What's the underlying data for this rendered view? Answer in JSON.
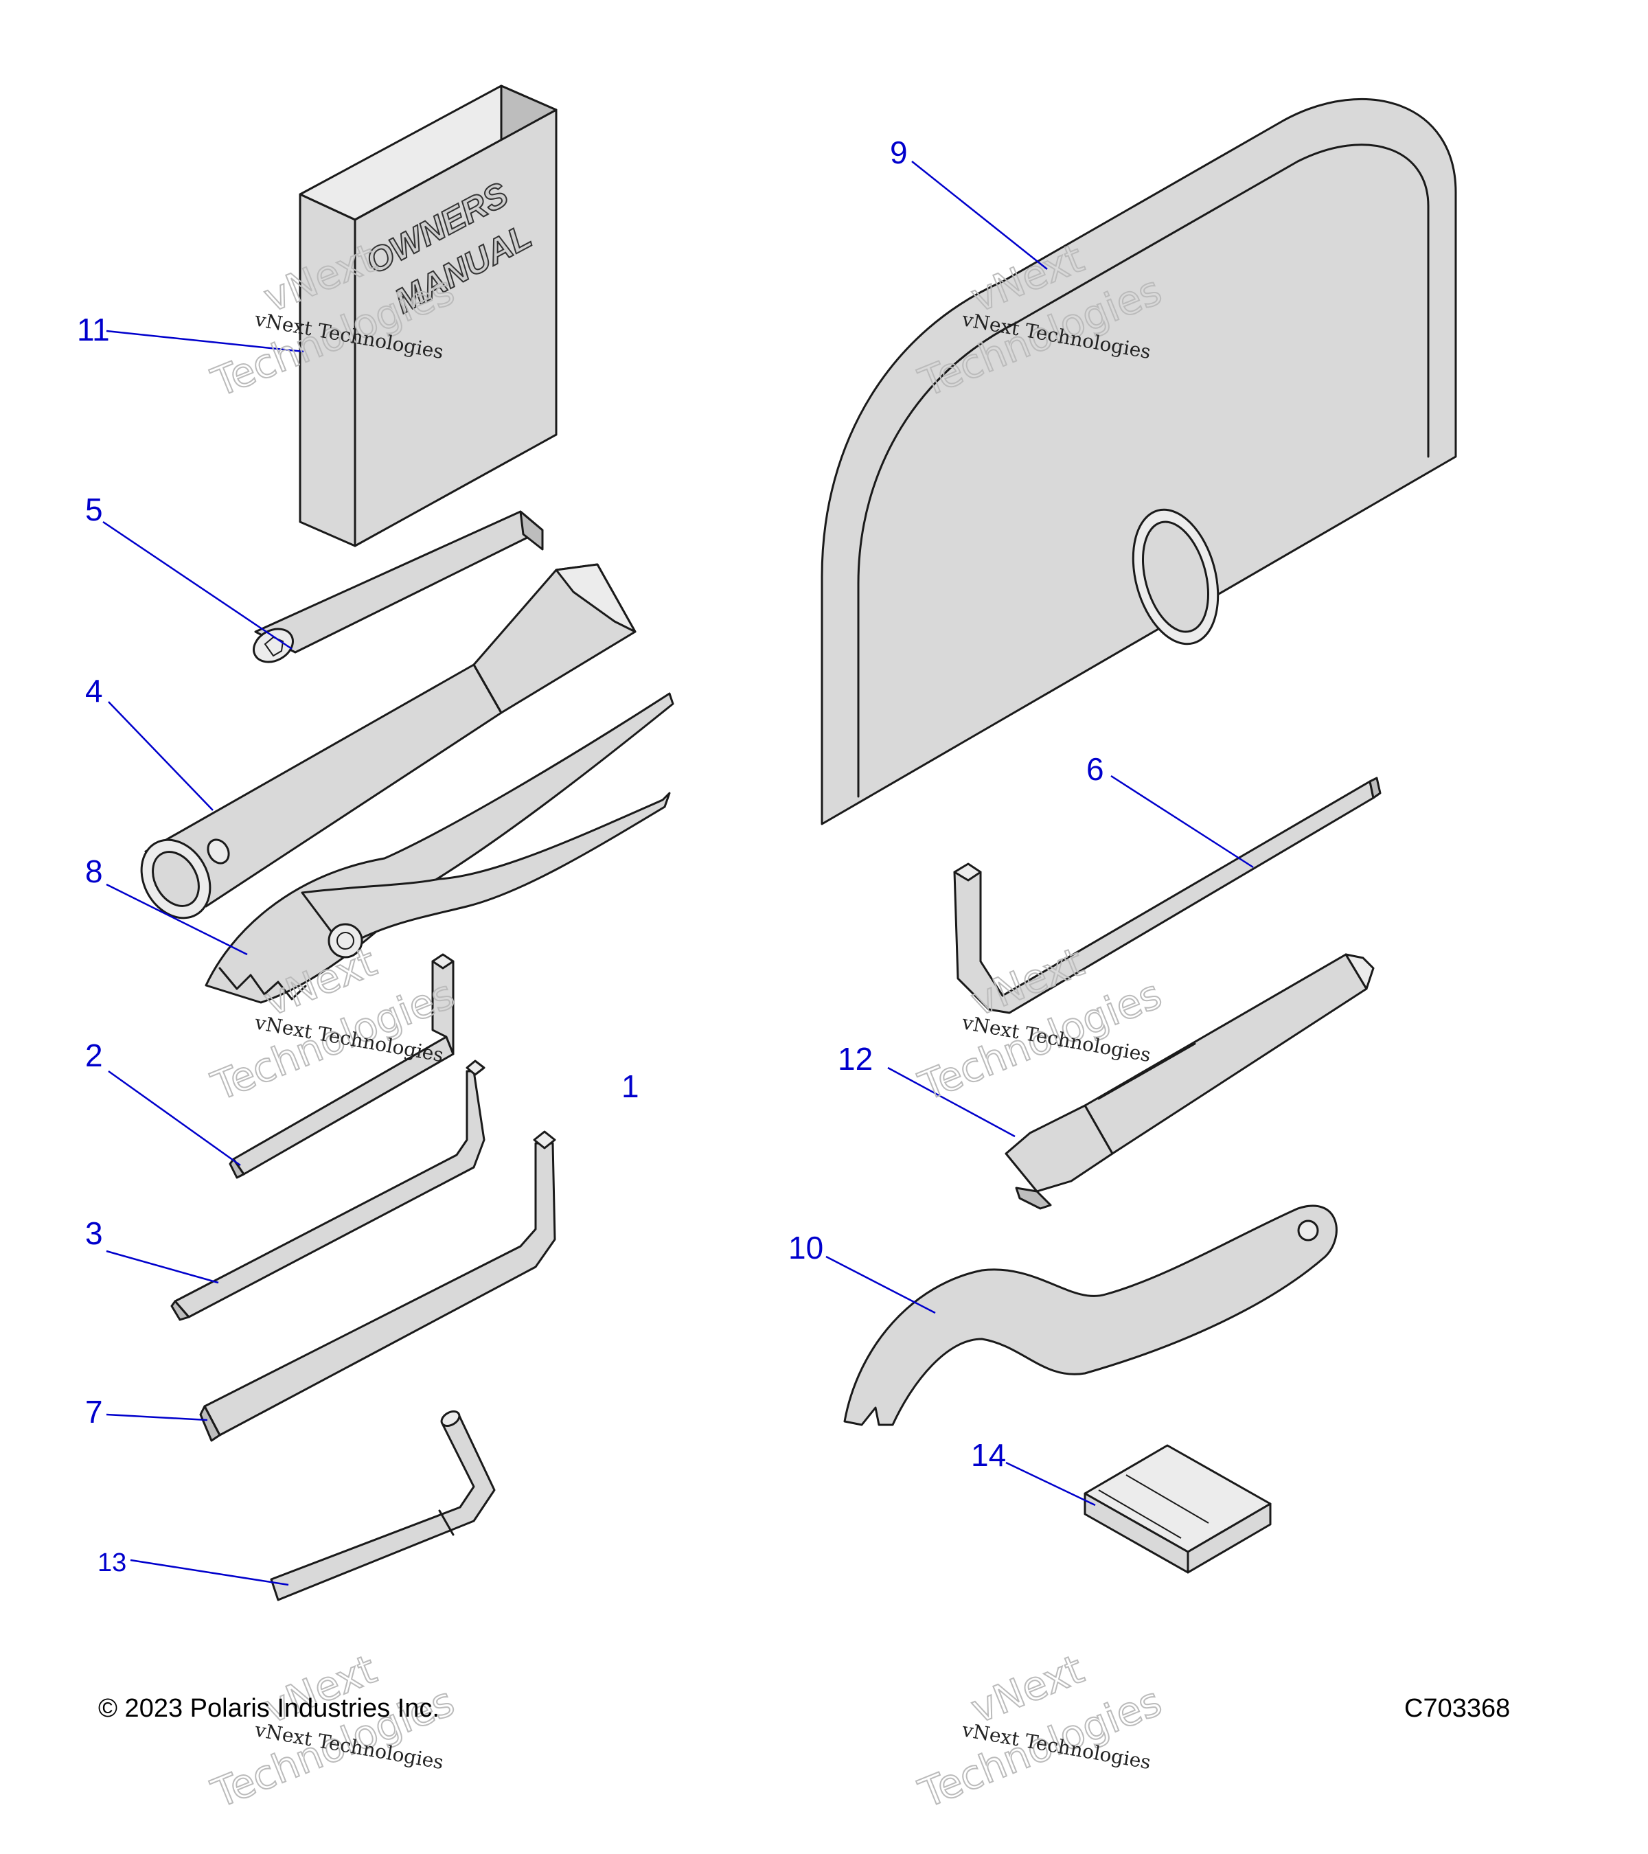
{
  "callouts": {
    "c1": "1",
    "c2": "2",
    "c3": "3",
    "c4": "4",
    "c5": "5",
    "c6": "6",
    "c7": "7",
    "c8": "8",
    "c9": "9",
    "c10": "10",
    "c11": "11",
    "c12": "12",
    "c13": "13",
    "c14": "14"
  },
  "manual": {
    "line1": "OWNERS",
    "line2": "MANUAL"
  },
  "footer": {
    "copyright": "© 2023 Polaris Industries Inc.",
    "figure_id": "C703368"
  },
  "watermark": {
    "small": "vNext Technologies",
    "big_top": "vNext",
    "big_bottom": "Technologies"
  },
  "colors": {
    "callout": "#0000cc",
    "part_fill": "#d9d9d9",
    "outline": "#1a1a1a"
  }
}
